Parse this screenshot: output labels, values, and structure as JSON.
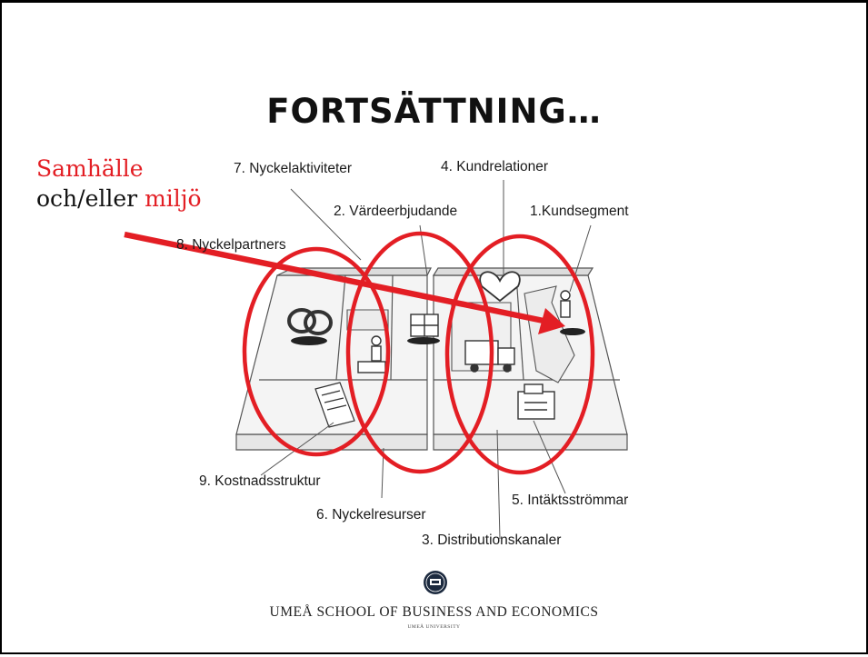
{
  "slide": {
    "title": "FORTSÄTTNING…",
    "annotation": {
      "line1_red": "Samhälle",
      "line2_black": "och/eller",
      "line2_red": "miljö"
    },
    "labels": {
      "kundsegment": "1.Kundsegment",
      "vardeerbjudande": "2. Värdeerbjudande",
      "distributionskanaler": "3. Distributionskanaler",
      "kundrelationer": "4. Kundrelationer",
      "intaktsstrommar": "5. Intäktsströmmar",
      "nyckelresurser": "6. Nyckelresurser",
      "nyckelaktiviteter": "7. Nyckelaktiviteter",
      "nyckelpartners": "8. Nyckelpartners",
      "kostnadsstruktur": "9. Kostnadsstruktur"
    },
    "footer": {
      "school": "UMEÅ SCHOOL OF BUSINESS AND ECONOMICS",
      "university": "UMEÅ UNIVERSITY"
    },
    "colors": {
      "accent": "#e31e24",
      "text": "#111111"
    }
  }
}
